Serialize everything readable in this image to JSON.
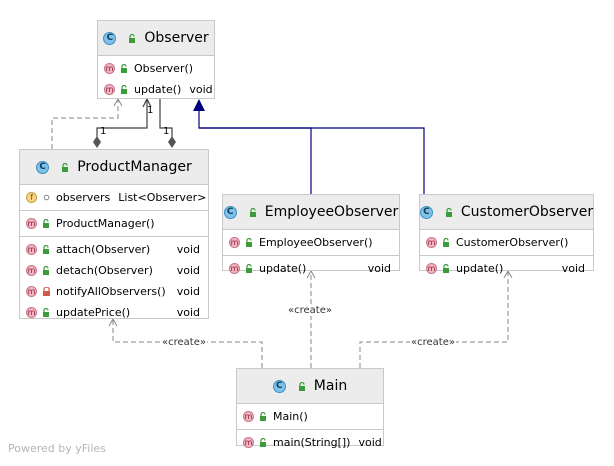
{
  "classes": [
    {
      "id": "observer",
      "name": "Observer",
      "fields": [],
      "methods": [
        {
          "name": "Observer()",
          "type": "",
          "vis": "public"
        },
        {
          "name": "update()",
          "type": "void",
          "vis": "public"
        }
      ]
    },
    {
      "id": "productmanager",
      "name": "ProductManager",
      "fields": [
        {
          "name": "observers",
          "type": "List<Observer>",
          "vis": "package"
        }
      ],
      "methods": [
        {
          "name": "ProductManager()",
          "type": "",
          "vis": "public"
        },
        {
          "name": "attach(Observer)",
          "type": "void",
          "vis": "public"
        },
        {
          "name": "detach(Observer)",
          "type": "void",
          "vis": "public"
        },
        {
          "name": "notifyAllObservers()",
          "type": "void",
          "vis": "private"
        },
        {
          "name": "updatePrice()",
          "type": "void",
          "vis": "public"
        }
      ]
    },
    {
      "id": "employeeobserver",
      "name": "EmployeeObserver",
      "fields": [],
      "methods": [
        {
          "name": "EmployeeObserver()",
          "type": "",
          "vis": "public"
        },
        {
          "name": "update()",
          "type": "void",
          "vis": "public"
        }
      ]
    },
    {
      "id": "customerobserver",
      "name": "CustomerObserver",
      "fields": [],
      "methods": [
        {
          "name": "CustomerObserver()",
          "type": "",
          "vis": "public"
        },
        {
          "name": "update()",
          "type": "void",
          "vis": "public"
        }
      ]
    },
    {
      "id": "main",
      "name": "Main",
      "fields": [],
      "methods": [
        {
          "name": "Main()",
          "type": "",
          "vis": "public"
        },
        {
          "name": "main(String[])",
          "type": "void",
          "vis": "public"
        }
      ]
    }
  ],
  "edge_labels": {
    "create_employee": "«create»",
    "create_product": "«create»",
    "create_customer": "«create»"
  },
  "multiplicities": {
    "left": "1",
    "middle": "1",
    "right": "1"
  },
  "badges": {
    "class": "C",
    "method": "m",
    "field": "f"
  },
  "colors": {
    "inheritance": "#000080",
    "dependency": "#888888",
    "aggregation": "#404040",
    "header_bg": "#ececec",
    "border": "#c9c9c9"
  },
  "footer": "Powered by yFiles"
}
